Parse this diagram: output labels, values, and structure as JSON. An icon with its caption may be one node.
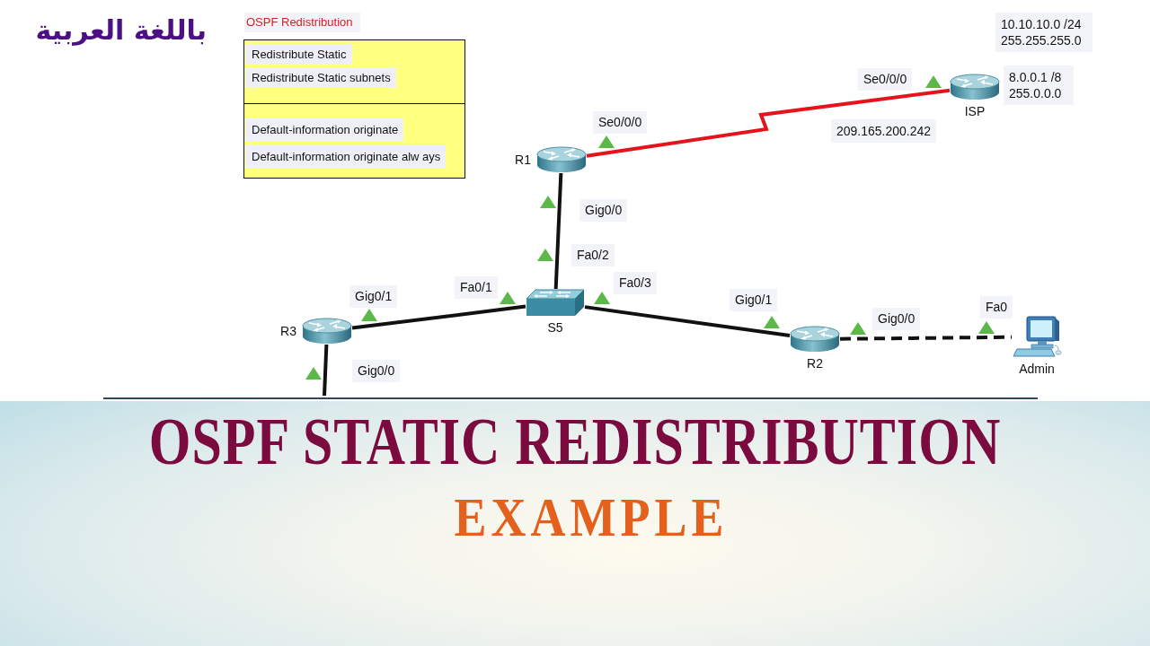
{
  "diagram": {
    "title": "OSPF STATIC REDISTRIBUTION",
    "nodes": [
      {
        "text": [
          "OSPF Redistribution",
          "Redistribute Static",
          "Redistribute Static subnets",
          "Default-information originate",
          "Default-information originate alw ays"
        ]
      },
      {
        "text": [
          "ISP"
        ]
      },
      {
        "text": [
          "R1"
        ]
      },
      {
        "text": [
          "R3"
        ]
      },
      {
        "text": [
          "S5"
        ]
      },
      {
        "text": [
          "R2"
        ]
      },
      {
        "text": [
          "Admin"
        ]
      }
    ],
    "edges": [
      {
        "from": 2,
        "to": 1,
        "arrow": "none",
        "color": "#e3141b"
      },
      {
        "from": 2,
        "to": 4,
        "arrow": "none"
      },
      {
        "from": 3,
        "to": 4,
        "arrow": "none"
      },
      {
        "from": 4,
        "to": 5,
        "arrow": "none"
      },
      {
        "from": 5,
        "to": 6,
        "arrow": "none",
        "style": "dashed"
      },
      {
        "from": 3,
        "to": null,
        "arrow": "none"
      }
    ],
    "labels": [
      "باللغة العربية",
      "10.10.10.0 /24 255.255.255.0",
      "8.0.0.1 /8 255.0.0.0",
      "Se0/0/0",
      "Se0/0/0",
      "209.165.200.242",
      "Gig0/0",
      "Fa0/2",
      "Fa0/3",
      "Fa0/1",
      "Gig0/1",
      "Gig0/1",
      "Fa0",
      "Gig0/0",
      "Gig0/0",
      "EXAMPLE"
    ]
  }
}
